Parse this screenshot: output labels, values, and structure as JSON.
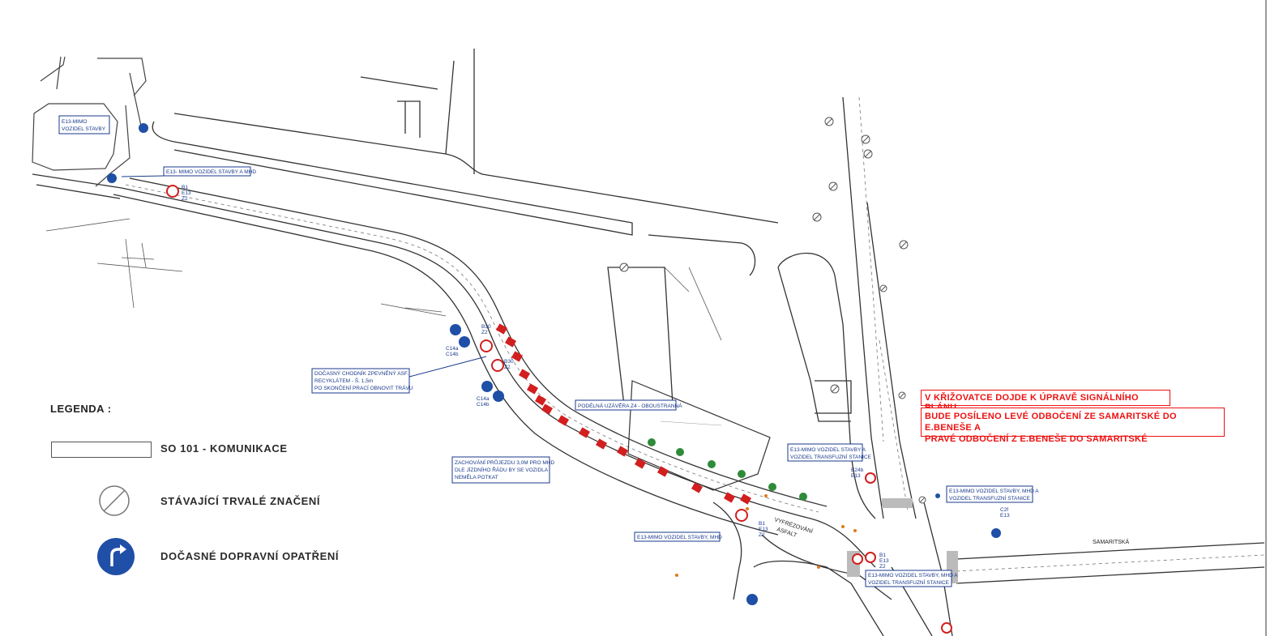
{
  "legend": {
    "title": "LEGENDA :",
    "items": [
      {
        "label": "SO 101 - KOMUNIKACE",
        "icon": "road-swatch"
      },
      {
        "label": "STÁVAJÍCÍ TRVALÉ ZNAČENÍ",
        "icon": "existing-sign-icon"
      },
      {
        "label": "DOČASNÉ DOPRAVNÍ OPATŘENÍ",
        "icon": "temporary-sign-icon"
      }
    ]
  },
  "notes": {
    "signal_plan": "V KŘIŽOVATCE DOJDE K ÚPRAVĚ SIGNÁLNÍHO PLÁNU",
    "reinforced_line1": "BUDE POSÍLENO LEVÉ ODBOČENÍ ZE SAMARITSKÉ DO E.BENEŠE A",
    "reinforced_line2": "PRAVÉ ODBOČENÍ Z E.BENEŠE DO SAMARITSKÉ"
  },
  "callouts": {
    "c1_l1": "E13-MIMO",
    "c1_l2": "VOZIDEL STAVBY",
    "c2": "E13- MIMO VOZIDEL STAVBY A MHD",
    "c3_l1": "DOČASNÝ CHODNÍK ZPEVNĚNÝ ASF.",
    "c3_l2": "RECYKLÁTEM - Š. 1,5m",
    "c3_l3": "PO SKONČENÍ PRACÍ OBNOVIT TRÁVU",
    "c4": "PODÉLNÁ UZÁVĚRA Z4 - OBOUSTRANNÁ",
    "c5_l1": "ZACHOVÁNÍ PRŮJEZDU 3,0M PRO MHD",
    "c5_l2": "DLE JÍZDNÍHO ŘÁDU BY SE VOZIDLA",
    "c5_l3": "NEMĚLA POTKAT",
    "c6_l1": "E13-MIMO VOZIDEL STAVBY A",
    "c6_l2": "VOZIDEL TRANSFUZNÍ STANICE",
    "c7_l1": "E13-MIMO VOZIDEL STAVBY, MHD A",
    "c7_l2": "VOZIDEL TRANSFUZNÍ STANICE",
    "c8": "E13-MIMO VOZIDEL STAVBY, MHD",
    "c9_l1": "E13-MIMO VOZIDEL STAVBY, MHD A",
    "c9_l2": "VOZIDEL TRANSFUZNÍ STANICE"
  },
  "sign_codes": {
    "b30_z2_a": "B30",
    "z2_a": "Z2",
    "b30_z2_b": "B30",
    "z2_b": "Z2",
    "c14a_1": "C14a",
    "c14b_1": "C14b",
    "c14a_2": "C14a",
    "c14b_2": "C14b",
    "b1": "B1",
    "e13": "E13",
    "z2": "Z2",
    "b24b": "B24b",
    "e13_b": "E13",
    "b1_b": "B1",
    "e13_c": "E13",
    "z2_c": "Z2",
    "c2f": "C2f",
    "e13_d": "E13",
    "b1_c": "B1",
    "e13_e": "E13",
    "z2_e": "Z2"
  },
  "street_labels": {
    "samaritska": "SAMARITSKÁ",
    "vyfrezovani": "VYFRÉZOVÁNÍ",
    "asfalt": "ASFALT"
  },
  "colors": {
    "note_red": "#e11111",
    "callout_blue": "#1a3a8c",
    "sign_blue": "#1f4fa6",
    "sign_red": "#d21f1f",
    "tree_green": "#2e8b3a",
    "line": "#333333"
  }
}
